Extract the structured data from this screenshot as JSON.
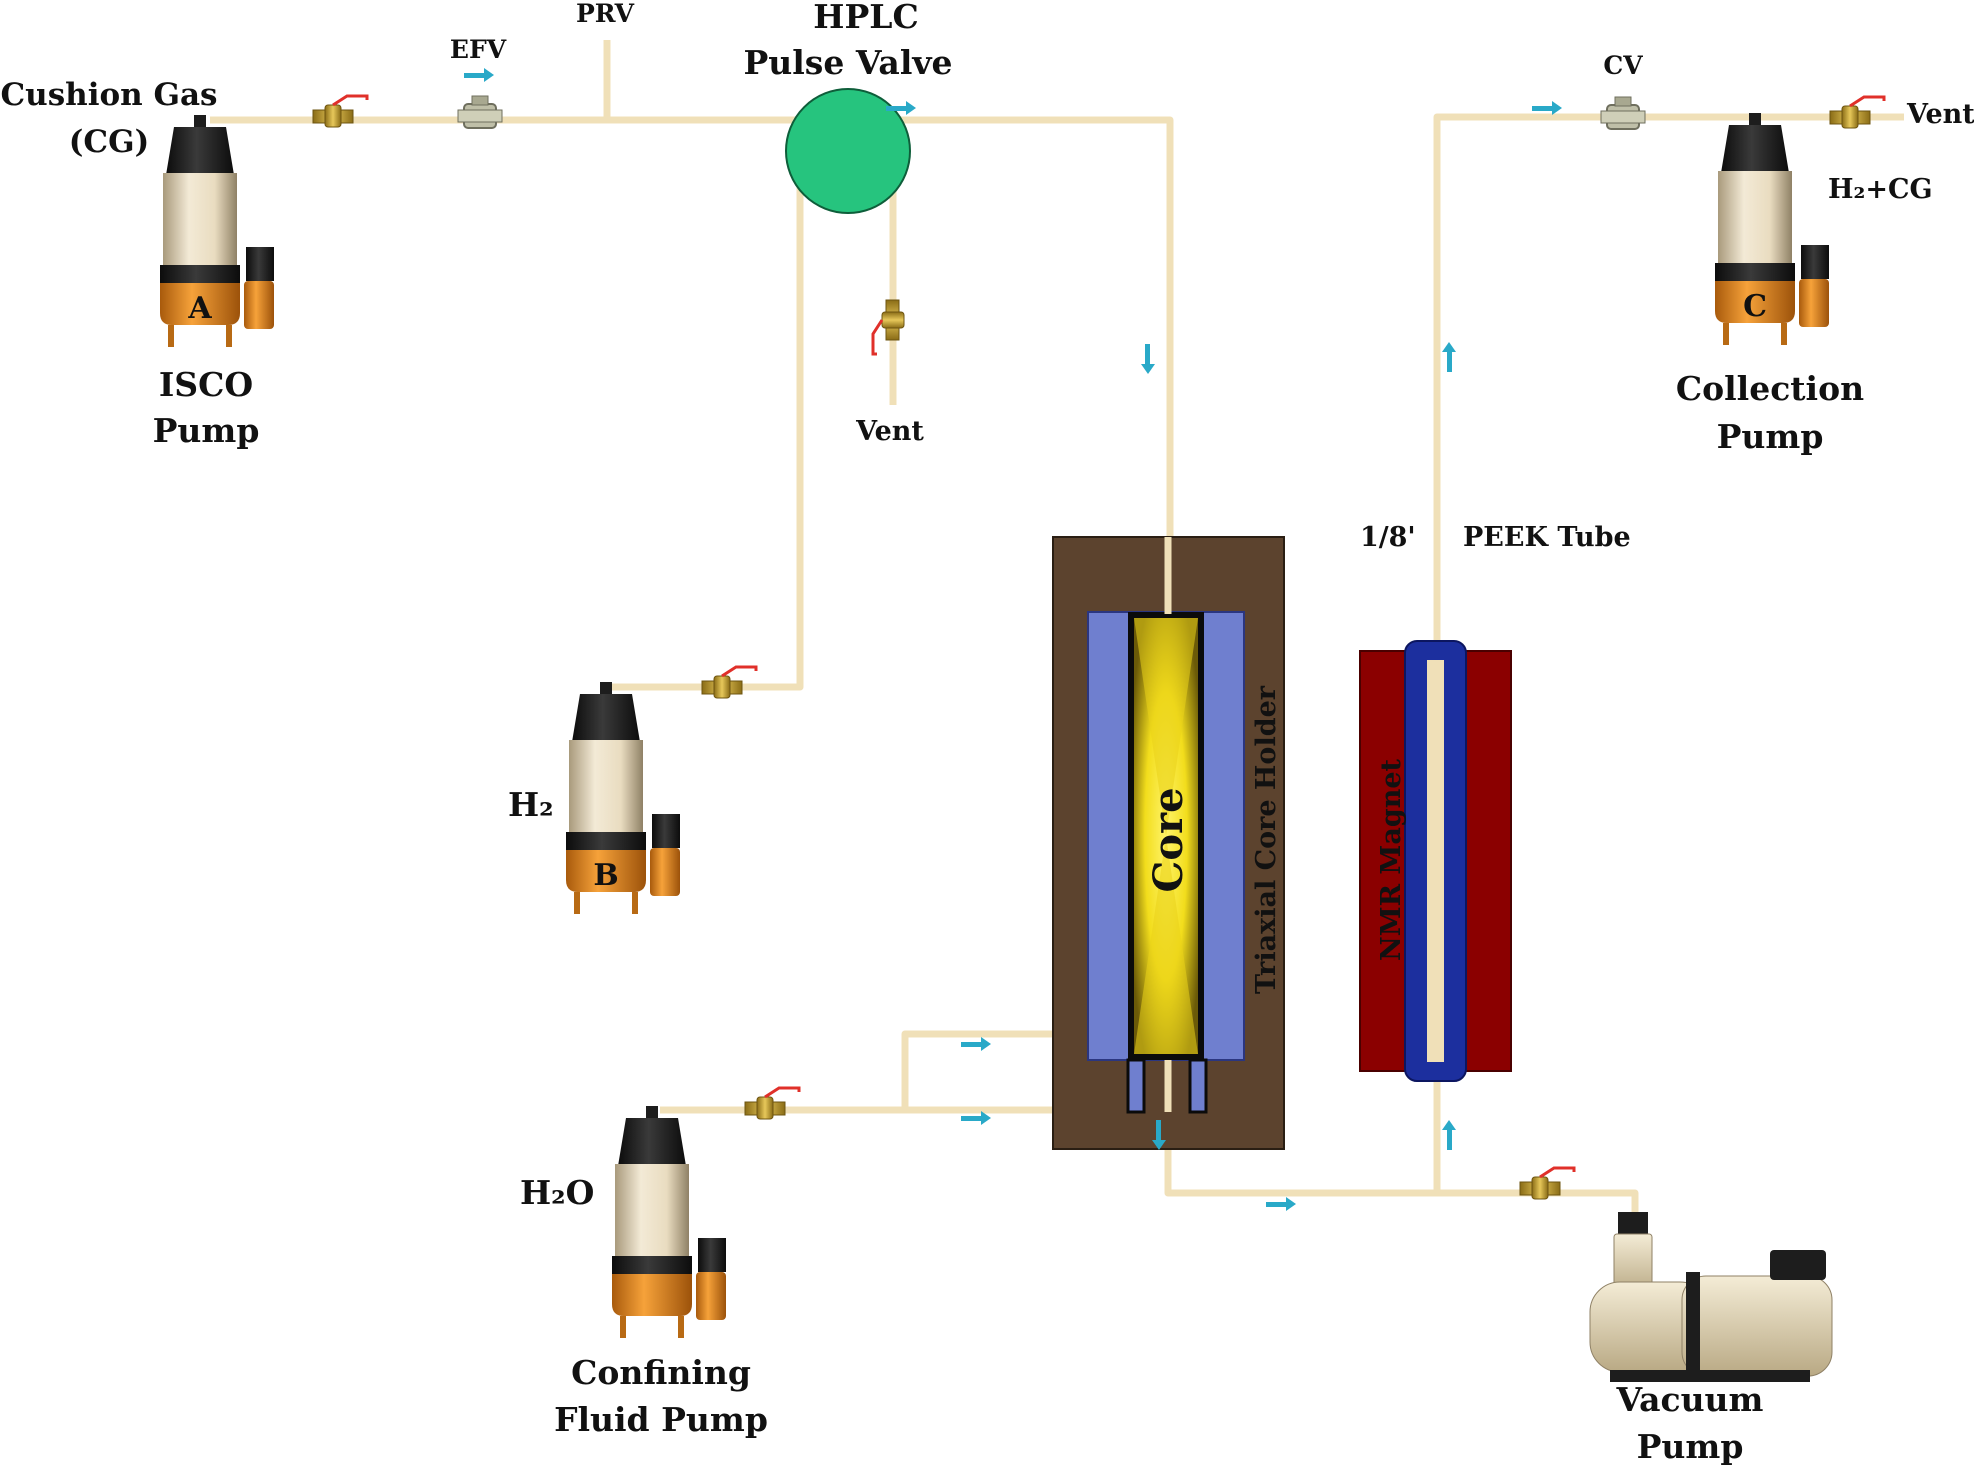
{
  "labels": {
    "cushion_gas_line1": "Cushion Gas",
    "cushion_gas_line2": "(CG)",
    "efv": "EFV",
    "prv": "PRV",
    "hplc_line1": "HPLC",
    "hplc_line2": "Pulse Valve",
    "cv": "CV",
    "vent_top": "Vent",
    "vent_mid": "Vent",
    "h2_cg": "H₂+CG",
    "isco_line1": "ISCO",
    "isco_line2": "Pump",
    "collection_line1": "Collection",
    "collection_line2": "Pump",
    "tube_size": "1/8'",
    "peek_tube": "PEEK Tube",
    "h2": "H₂",
    "h2o": "H₂O",
    "confining_line1": "Confining",
    "confining_line2": "Fluid Pump",
    "vacuum_line1": "Vacuum",
    "vacuum_line2": "Pump",
    "core": "Core",
    "core_holder": "Triaxial Core Holder",
    "nmr_magnet": "NMR Magnet"
  },
  "pump_letters": {
    "a": "A",
    "b": "B",
    "c": "C"
  },
  "colors": {
    "pipe": "#f0e0b8",
    "pipe_edge": "#d7c28e",
    "hplc_valve": "#26c47e",
    "holder": "#5c432e",
    "sleeve": "#6f7fcf",
    "core_yellow": "#f2e22a",
    "magnet": "#8b0000",
    "magnet_bore": "#1c2f9e",
    "arrow": "#29a9c8",
    "pump_orange": "#e48a1f",
    "pump_cream": "#e9dcc0",
    "pump_black": "#1d1d1d",
    "valve_brass": "#c9a33a",
    "valve_handle": "#e0302a"
  }
}
